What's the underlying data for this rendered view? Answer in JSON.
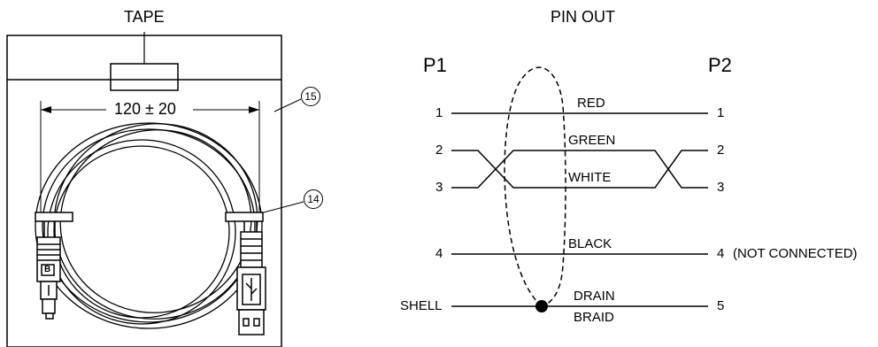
{
  "left_drawing": {
    "title": "TAPE",
    "dimension": "120 ± 20",
    "callout_bag": "15",
    "callout_tie": "14",
    "connector_b_label": "B"
  },
  "pinout": {
    "title": "PIN OUT",
    "p1_label": "P1",
    "p2_label": "P2",
    "rows": [
      {
        "left": "1",
        "wire": "RED",
        "right": "1",
        "note": ""
      },
      {
        "left": "2",
        "wire": "GREEN",
        "right": "2",
        "note": ""
      },
      {
        "left": "3",
        "wire": "WHITE",
        "right": "3",
        "note": ""
      },
      {
        "left": "4",
        "wire": "BLACK",
        "right": "4",
        "note": "(NOT CONNECTED)"
      },
      {
        "left": "SHELL",
        "wire": "DRAIN",
        "wire2": "BRAID",
        "right": "5",
        "note": ""
      }
    ]
  }
}
